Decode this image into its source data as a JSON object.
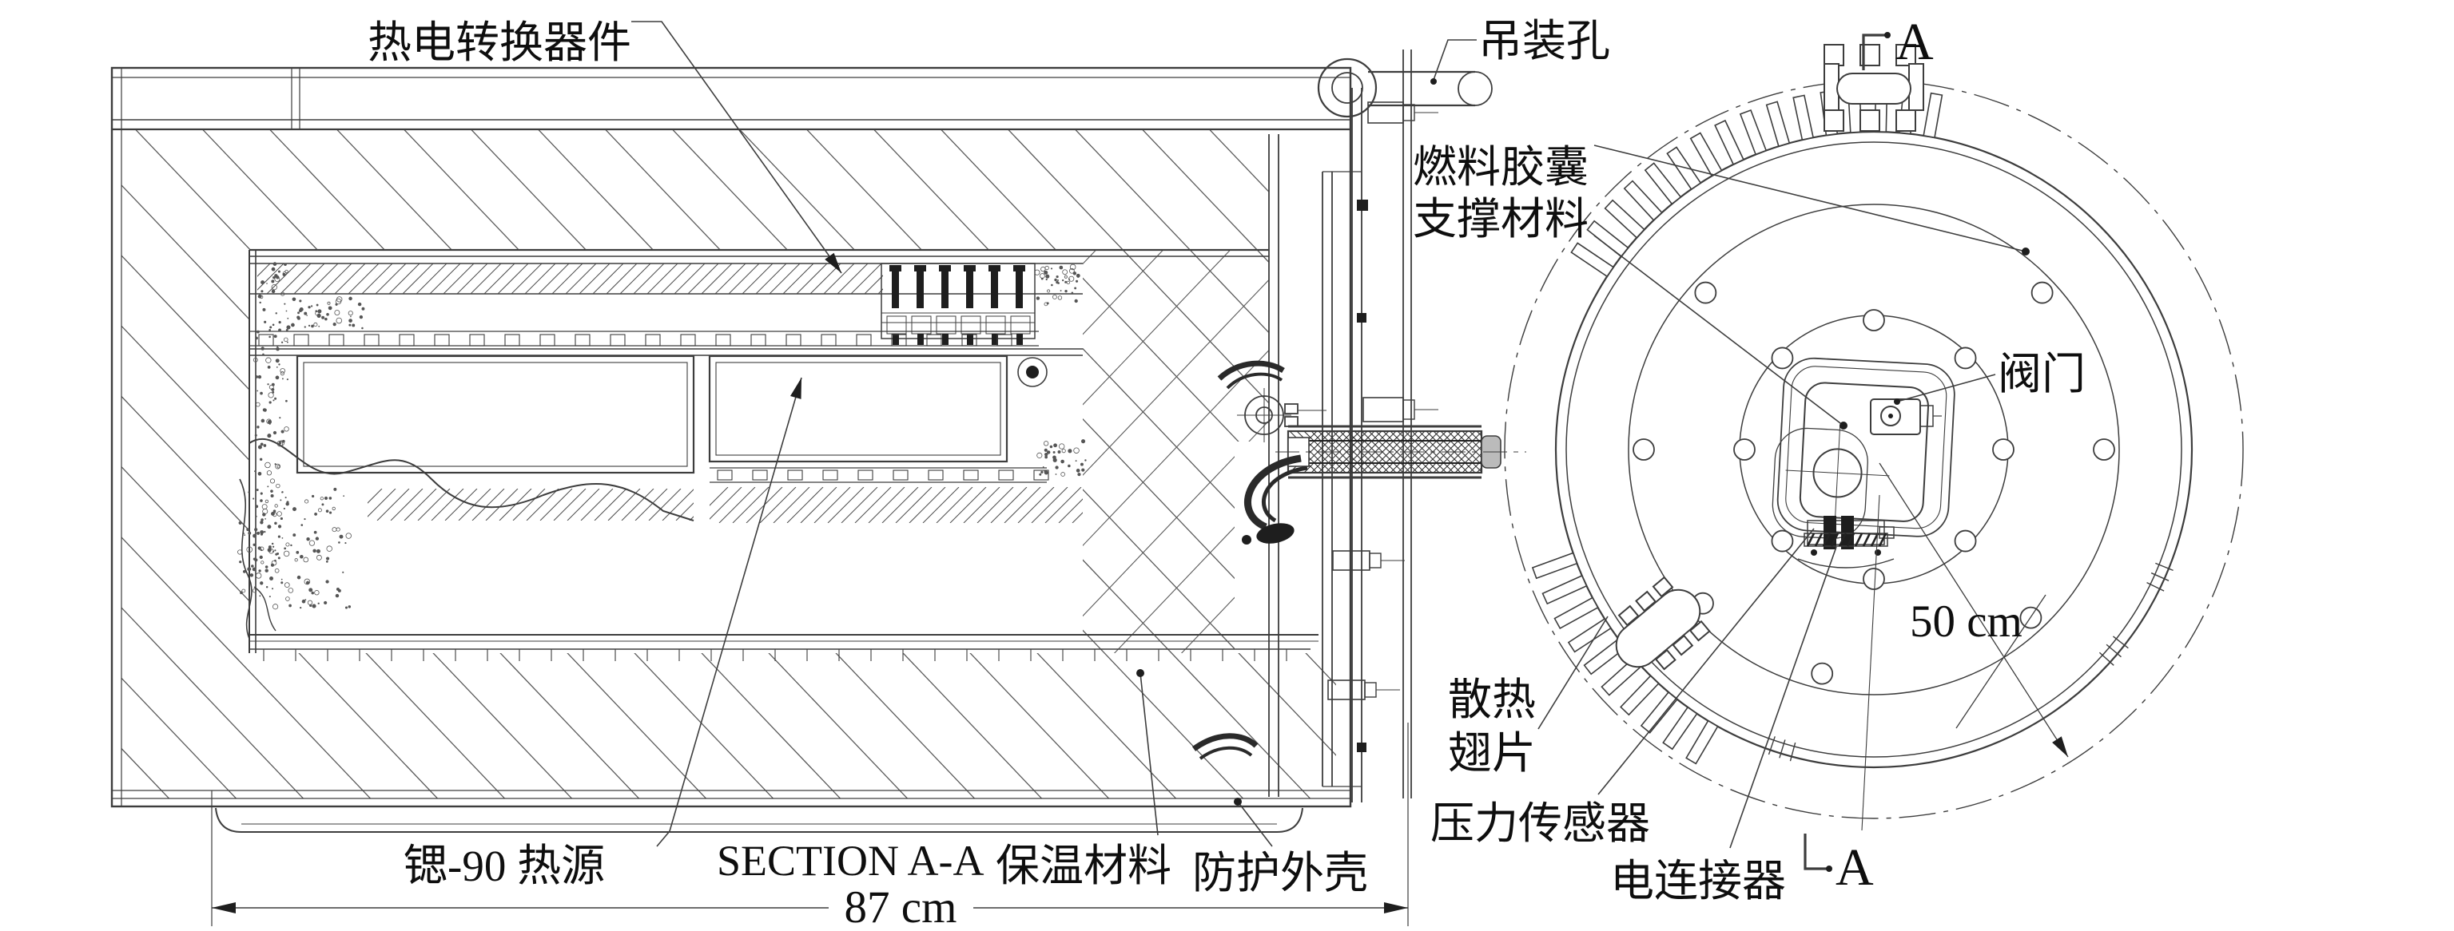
{
  "figure": {
    "type": "engineering-cutaway-diagram",
    "background": "#ffffff",
    "ink_color": "#3d3d3d",
    "dark_fill": "#1e1e1e",
    "left_view": {
      "label_thermoelectric": "热电转换器件",
      "label_lifting_hole": "吊装孔",
      "label_fuel_capsule_line1": "燃料胶囊",
      "label_fuel_capsule_line2": "支撑材料",
      "label_heat_source": "锶-90 热源",
      "label_section": "SECTION A-A",
      "label_insulation": "保温材料",
      "label_casing": "防护外壳",
      "dim_width": "87 cm"
    },
    "right_view": {
      "label_valve": "阀门",
      "dim_radius": "50 cm",
      "label_fin_line1": "散热",
      "label_fin_line2": "翅片",
      "label_pressure_sensor": "压力传感器",
      "label_connector": "电连接器",
      "section_marker_top": "A",
      "section_marker_bottom": "A"
    }
  }
}
